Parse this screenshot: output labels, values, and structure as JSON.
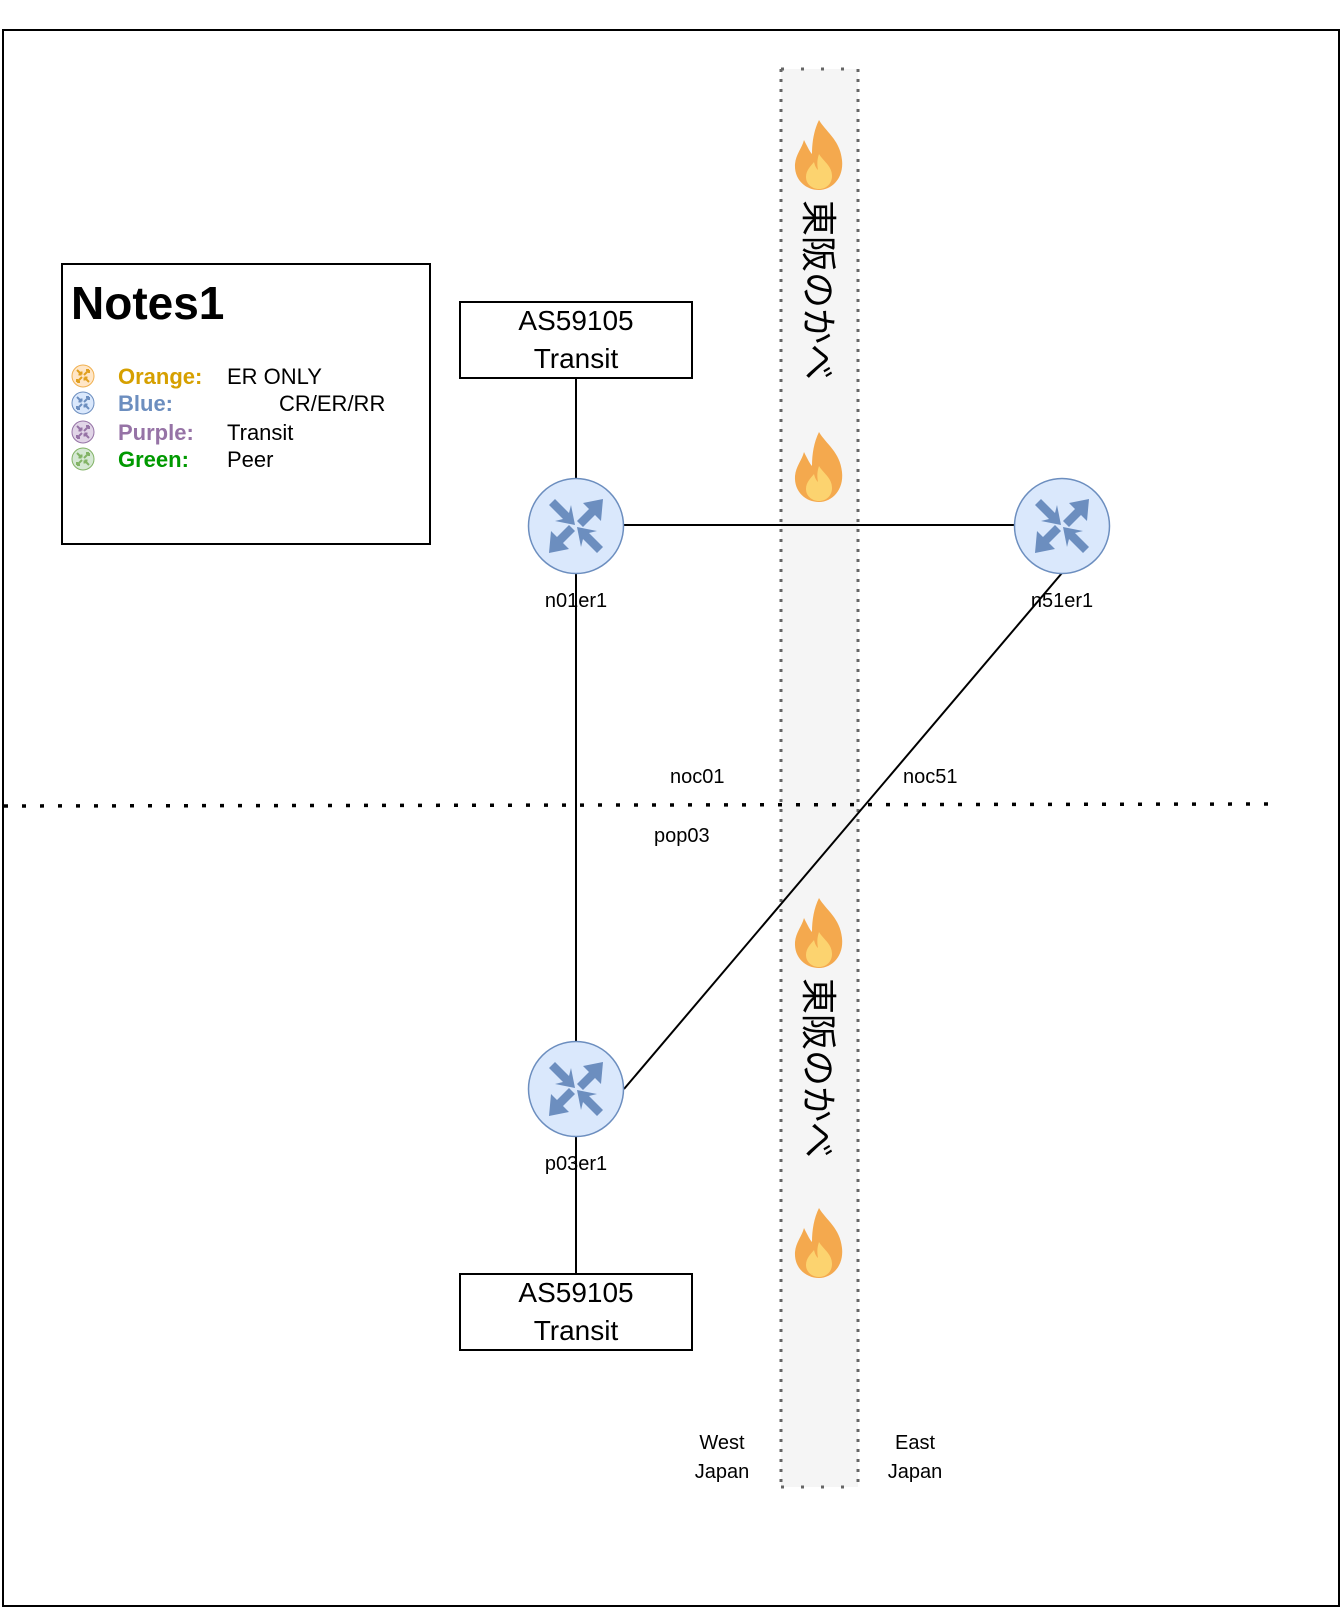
{
  "diagram": {
    "notes": {
      "title": "Notes1",
      "legend": [
        {
          "color_name": "Orange:",
          "description": "ER ONLY",
          "text_color": "#d6a000",
          "icon_fill": "#ffe6c7",
          "icon_stroke": "#f0b050",
          "arrow_color": "#e0a020",
          "icon": "router-icon"
        },
        {
          "color_name": "Blue:",
          "description": "CR/ER/RR",
          "text_color": "#6c8ebf",
          "icon_fill": "#dae8fc",
          "icon_stroke": "#6c8ebf",
          "arrow_color": "#6c8ebf",
          "icon": "router-icon"
        },
        {
          "color_name": "Purple:",
          "description": "Transit",
          "text_color": "#9673a6",
          "icon_fill": "#e1d5e7",
          "icon_stroke": "#9673a6",
          "arrow_color": "#9673a6",
          "icon": "router-icon"
        },
        {
          "color_name": "Green:",
          "description": "Peer",
          "text_color": "#009900",
          "icon_fill": "#d5e8d4",
          "icon_stroke": "#82b366",
          "arrow_color": "#82b366",
          "icon": "router-icon"
        }
      ]
    },
    "transit_boxes": [
      {
        "line1": "AS59105",
        "line2": "Transit"
      },
      {
        "line1": "AS59105",
        "line2": "Transit"
      }
    ],
    "routers": [
      {
        "name": "n01er1",
        "role": "CR/ER/RR",
        "color": "blue"
      },
      {
        "name": "n51er1",
        "role": "CR/ER/RR",
        "color": "blue"
      },
      {
        "name": "p03er1",
        "role": "CR/ER/RR",
        "color": "blue"
      }
    ],
    "router_colors": {
      "fill": "#dae8fc",
      "stroke": "#6c8ebf",
      "arrow": "#6c8ebf"
    },
    "zones": {
      "noc01": "noc01",
      "noc51": "noc51",
      "pop03": "pop03"
    },
    "regions": {
      "west": "West Japan",
      "east": "East Japan",
      "west_lines": [
        "West",
        "Japan"
      ],
      "east_lines": [
        "East",
        "Japan"
      ]
    },
    "wall": {
      "label": "東阪のかべ",
      "fill": "#f5f5f5",
      "border_color": "#666666",
      "icon": "fire-icon"
    },
    "links": [
      {
        "from": "AS59105 Transit (top)",
        "to": "n01er1"
      },
      {
        "from": "n01er1",
        "to": "n51er1"
      },
      {
        "from": "n01er1",
        "to": "p03er1"
      },
      {
        "from": "n51er1",
        "to": "p03er1"
      },
      {
        "from": "p03er1",
        "to": "AS59105 Transit (bottom)"
      }
    ]
  }
}
